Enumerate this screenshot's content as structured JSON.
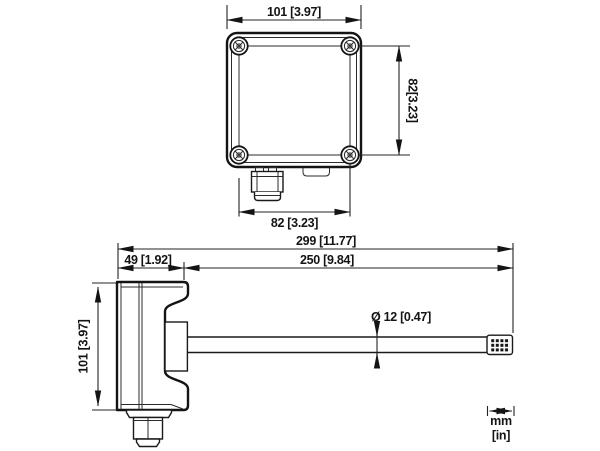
{
  "drawing": {
    "background_color": "#ffffff",
    "line_color": "#141414",
    "top_view": {
      "width_dim": "101 [3.97]",
      "screw_vertical_dim": "82[3.23]",
      "screw_horizontal_dim": "82 [3.23]"
    },
    "side_view": {
      "overall_length_dim": "299 [11.77]",
      "probe_length_dim": "250 [9.84]",
      "housing_depth_dim": "49 [1.92]",
      "housing_height_dim": "101 [3.97]",
      "probe_diameter_dim": "Ø 12 [0.47]"
    },
    "legend": {
      "primary_unit": "mm",
      "secondary_unit": "[in]"
    }
  }
}
